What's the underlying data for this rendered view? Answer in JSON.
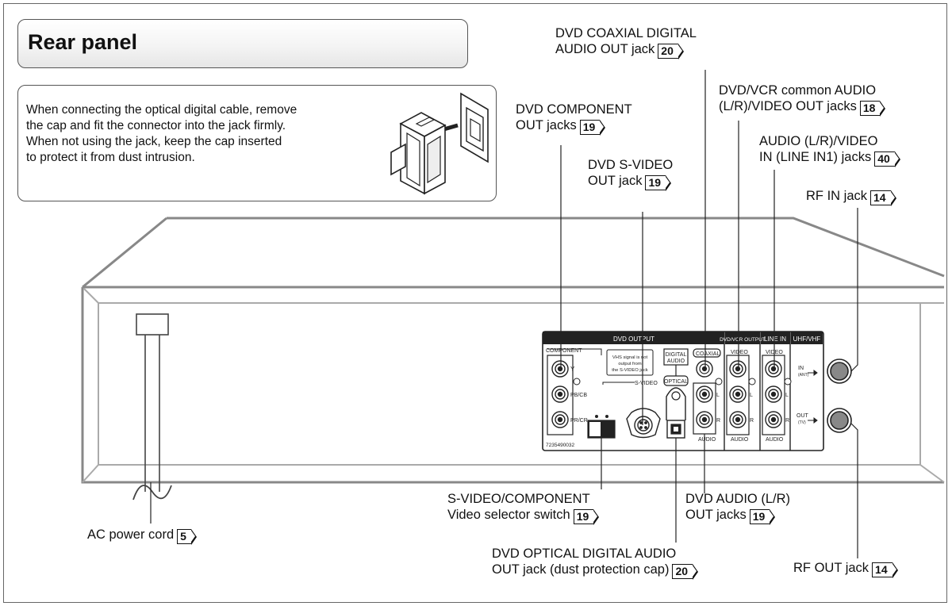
{
  "title": "Rear panel",
  "note": {
    "lines": [
      "When connecting the optical digital cable, remove",
      "the cap and fit the connector into the jack firmly.",
      "When not using the jack, keep the cap inserted",
      "to protect it from dust intrusion."
    ]
  },
  "callouts": {
    "coaxial": {
      "line1": "DVD COAXIAL DIGITAL",
      "line2": "AUDIO OUT jack",
      "ref": "20"
    },
    "common_av": {
      "line1": "DVD/VCR common AUDIO",
      "line2": "(L/R)/VIDEO OUT jacks",
      "ref": "18"
    },
    "component": {
      "line1": "DVD COMPONENT",
      "line2": "OUT jacks",
      "ref": "19"
    },
    "line_in": {
      "line1": "AUDIO (L/R)/VIDEO",
      "line2": "IN (LINE IN1) jacks",
      "ref": "40"
    },
    "svideo": {
      "line1": "DVD S-VIDEO",
      "line2": "OUT jack",
      "ref": "19"
    },
    "rf_in": {
      "line1": "RF IN jack",
      "ref": "14"
    },
    "selector": {
      "line1": "S-VIDEO/COMPONENT",
      "line2": "Video selector switch",
      "ref": "19"
    },
    "dvd_audio": {
      "line1": "DVD AUDIO (L/R)",
      "line2": "OUT jacks",
      "ref": "19"
    },
    "ac_cord": {
      "line1": "AC power cord",
      "ref": "5"
    },
    "optical": {
      "line1": "DVD OPTICAL DIGITAL AUDIO",
      "line2": "OUT jack (dust protection cap)",
      "ref": "20"
    },
    "rf_out": {
      "line1": "RF OUT jack",
      "ref": "14"
    }
  },
  "panel": {
    "dvd_output": "DVD OUTPUT",
    "dvd_vcr_output": "DVD/VCR OUTPUT",
    "line_in": "LINE IN",
    "uhf_vhf": "UHF/VHF",
    "component": "COMPONENT",
    "y": "Y",
    "pb": "PB/CB",
    "pr": "PR/CR",
    "vhs_note": [
      "VHS signal is not",
      "output from",
      "the S-VIDEO jack"
    ],
    "svideo": "S-VIDEO",
    "digital_audio": [
      "DIGITAL",
      "AUDIO"
    ],
    "optical": "OPTICAL",
    "coaxial": "COAXIAL",
    "video": "VIDEO",
    "audio": "AUDIO",
    "l": "L",
    "r": "R",
    "in": "IN",
    "in_sub": "(ANT)",
    "out": "OUT",
    "out_sub": "(TV)",
    "serial": "7235490032"
  }
}
